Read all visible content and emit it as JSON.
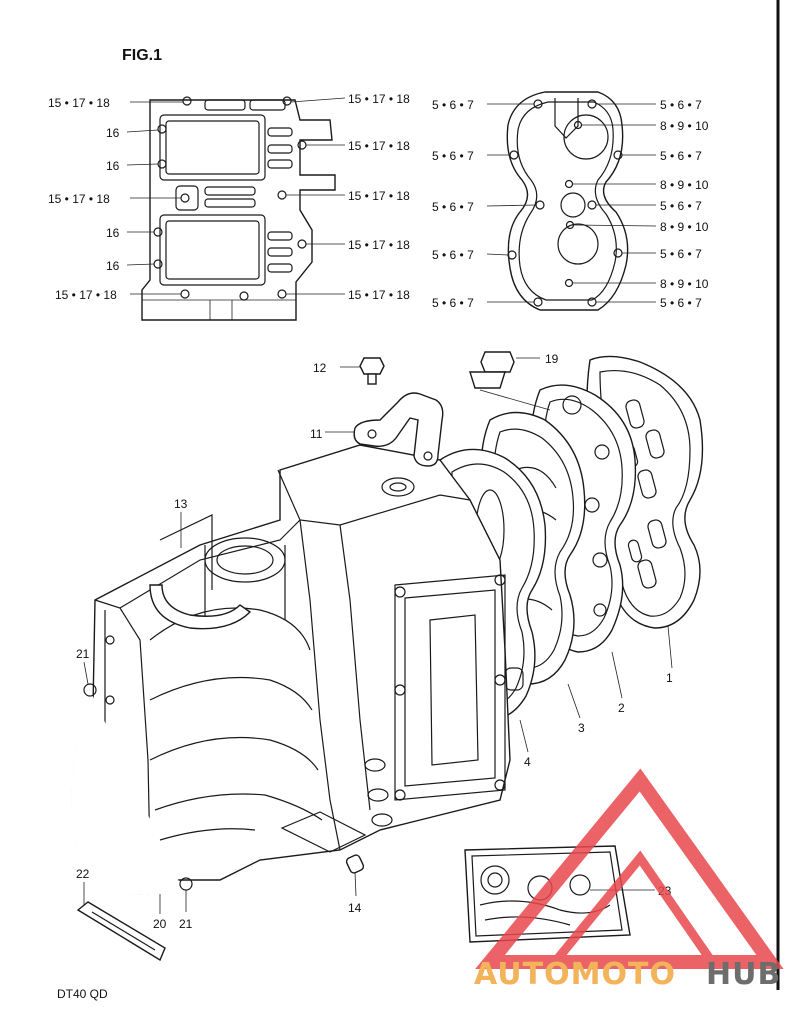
{
  "figure_title": "FIG.1",
  "model_code": "DT40  QD",
  "watermark": {
    "brand_a": "AUTOMOTO",
    "brand_b": "HUB",
    "color_a": "#f2b35a",
    "color_b": "#6d6d6d",
    "logo_color": "#e8484d"
  },
  "labels": {
    "manifold_gasket": {
      "ref_a": "15 • 17 • 18",
      "ref_b": "16"
    },
    "cylinder_head_cover": {
      "ref_a": "5 • 6 • 7",
      "ref_b": "8 • 9 • 10"
    },
    "parts": {
      "p1": "1",
      "p2": "2",
      "p3": "3",
      "p4": "4",
      "p11": "11",
      "p12": "12",
      "p13": "13",
      "p14": "14",
      "p19": "19",
      "p20": "20",
      "p21": "21",
      "p22": "22",
      "p23": "23"
    }
  }
}
